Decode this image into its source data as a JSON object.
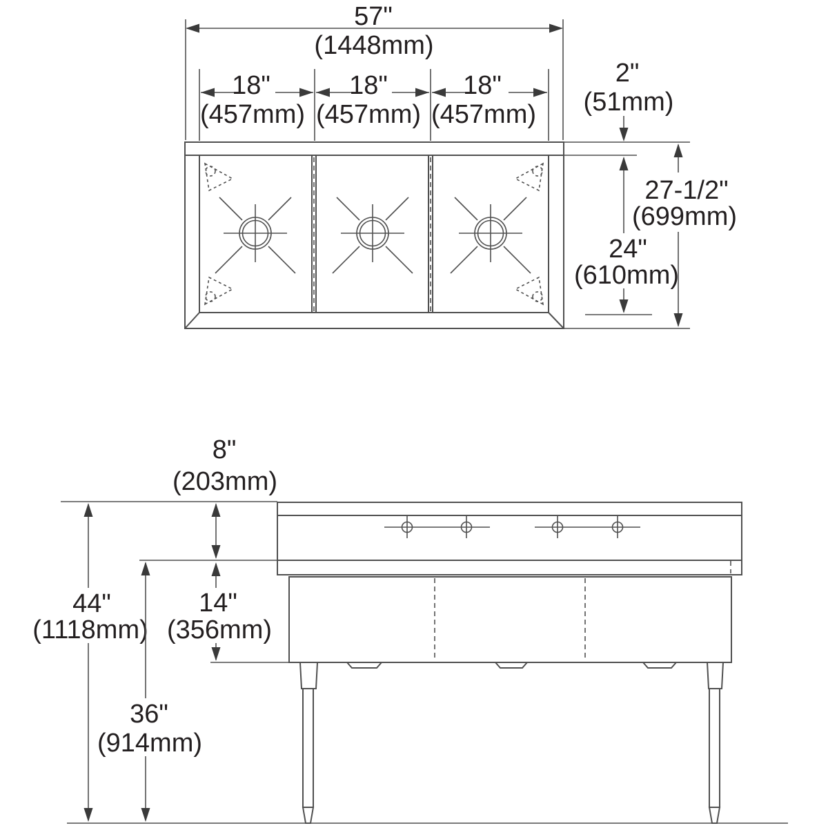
{
  "page": {
    "background": "#ffffff",
    "line_color": "#4f4f4f",
    "text_color": "#231f20"
  },
  "top_view": {
    "overall_width_in": "57\"",
    "overall_width_mm": "(1448mm)",
    "compartment_widths_in": [
      "18\"",
      "18\"",
      "18\""
    ],
    "compartment_widths_mm": [
      "(457mm)",
      "(457mm)",
      "(457mm)"
    ],
    "backsplash_depth_in": "2\"",
    "backsplash_depth_mm": "(51mm)",
    "overall_depth_in": "27-1/2\"",
    "overall_depth_mm": "(699mm)",
    "bowl_front_to_back_in": "24\"",
    "bowl_front_to_back_mm": "(610mm)"
  },
  "front_view": {
    "backsplash_height_in": "8\"",
    "backsplash_height_mm": "(203mm)",
    "overall_height_in": "44\"",
    "overall_height_mm": "(1118mm)",
    "bowl_depth_in": "14\"",
    "bowl_depth_mm": "(356mm)",
    "floor_to_rim_in": "36\"",
    "floor_to_rim_mm": "(914mm)"
  }
}
